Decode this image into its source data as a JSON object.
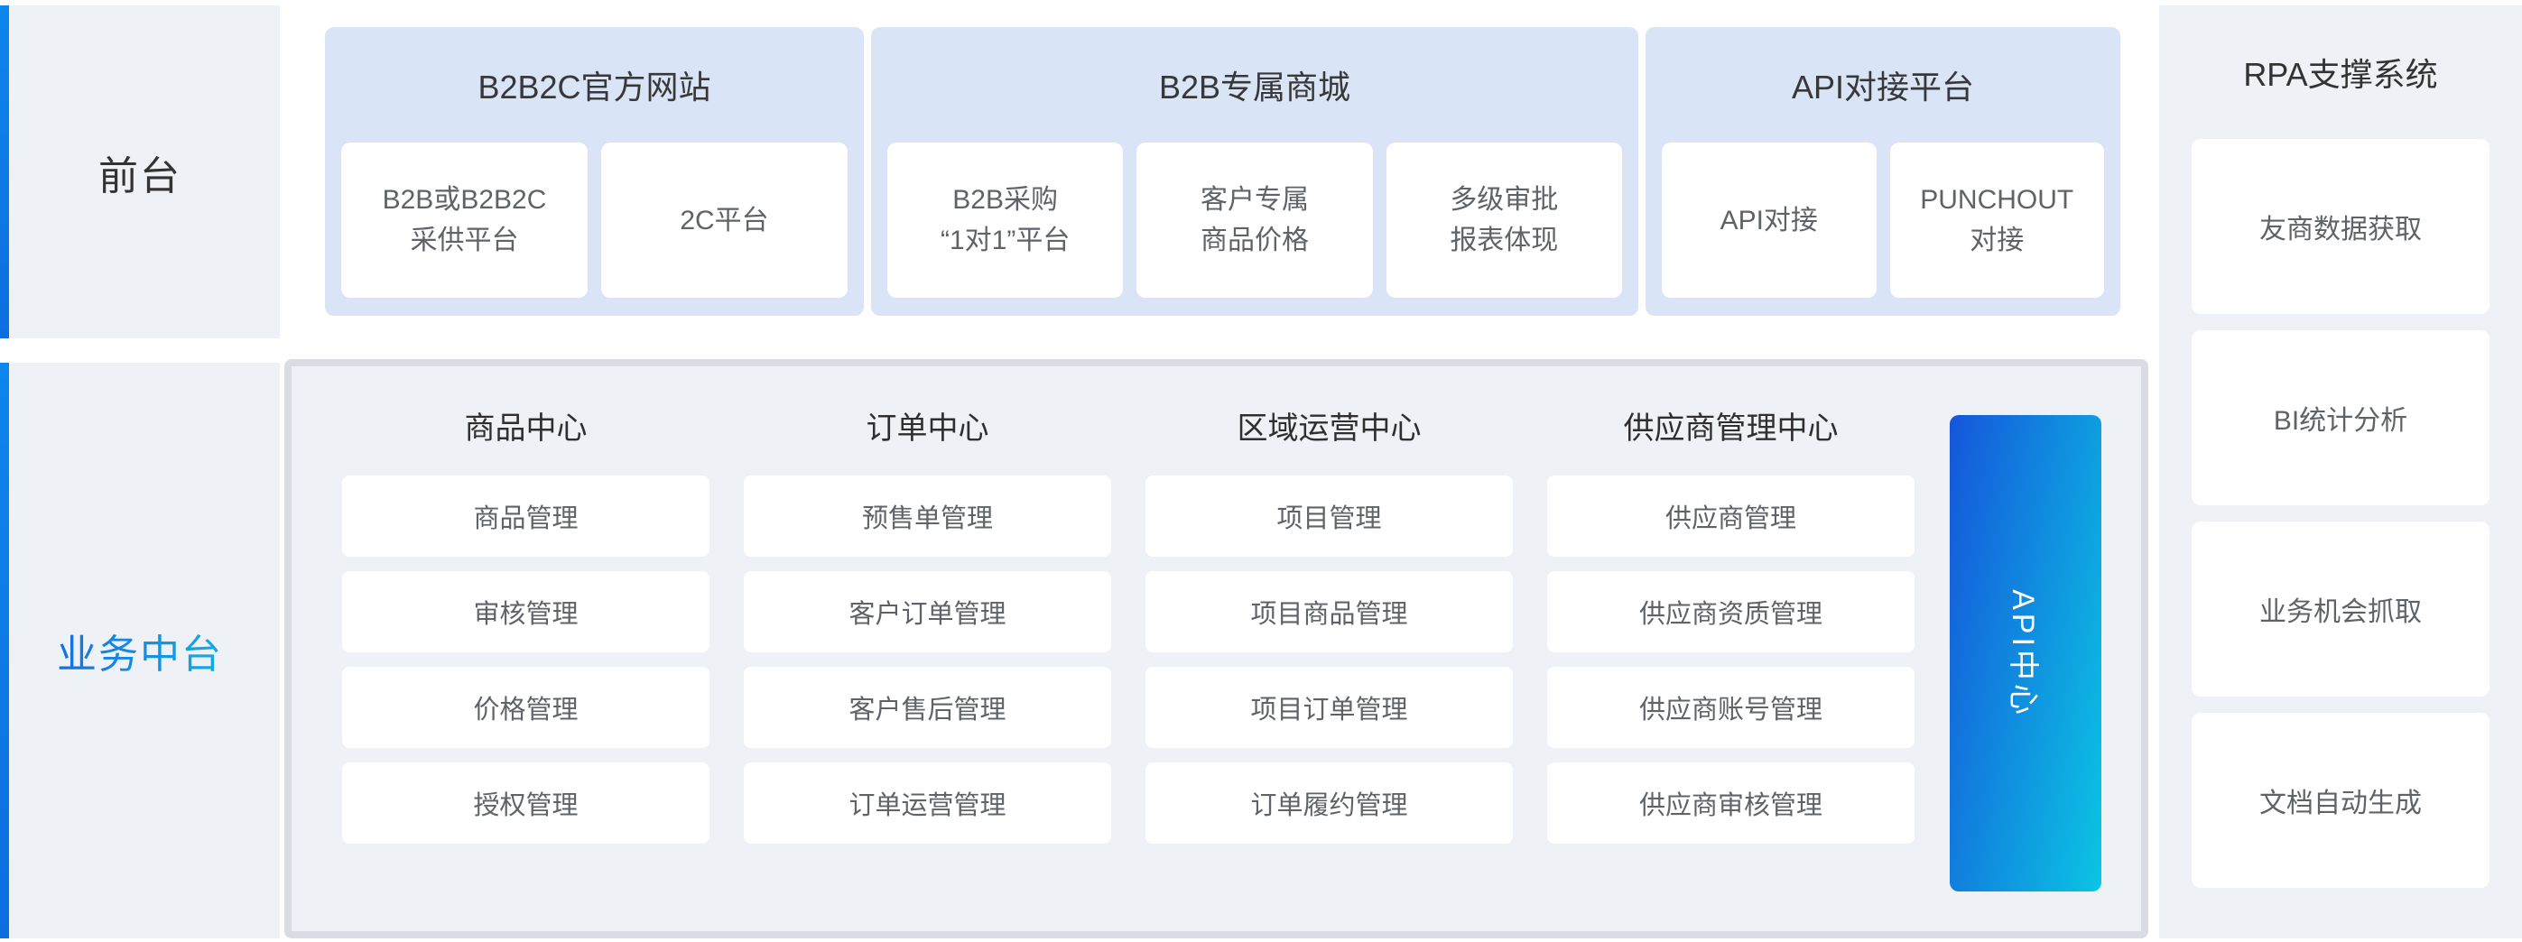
{
  "stages": {
    "front": {
      "label": "前台"
    },
    "business": {
      "label": "业务中台"
    }
  },
  "top_groups": [
    {
      "title": "B2B2C官方网站",
      "cards": [
        {
          "label": "B2B或B2B2C\n采供平台"
        },
        {
          "label": "2C平台"
        }
      ]
    },
    {
      "title": "B2B专属商城",
      "cards": [
        {
          "label": "B2B采购\n“1对1”平台"
        },
        {
          "label": "客户专属\n商品价格"
        },
        {
          "label": "多级审批\n报表体现"
        }
      ]
    },
    {
      "title": "API对接平台",
      "cards": [
        {
          "label": "API对接"
        },
        {
          "label": "PUNCHOUT\n对接"
        }
      ]
    }
  ],
  "business_centers": [
    {
      "title": "商品中心",
      "items": [
        "商品管理",
        "审核管理",
        "价格管理",
        "授权管理"
      ]
    },
    {
      "title": "订单中心",
      "items": [
        "预售单管理",
        "客户订单管理",
        "客户售后管理",
        "订单运营管理"
      ]
    },
    {
      "title": "区域运营中心",
      "items": [
        "项目管理",
        "项目商品管理",
        "项目订单管理",
        "订单履约管理"
      ]
    },
    {
      "title": "供应商管理中心",
      "items": [
        "供应商管理",
        "供应商资质管理",
        "供应商账号管理",
        "供应商审核管理"
      ]
    }
  ],
  "api_center": {
    "label": "API中心"
  },
  "rpa": {
    "title": "RPA支撑系统",
    "items": [
      "友商数据获取",
      "BI统计分析",
      "业务机会抓取",
      "文档自动生成"
    ]
  },
  "colors": {
    "accent_blue": "#0d78e8",
    "panel_bg": "#eef1f6",
    "group_bg": "#d9e4f7",
    "container_border": "#d9dce2",
    "api_gradient_start": "#1556db",
    "api_gradient_end": "#0bc5e3",
    "stage_label_gradient_start": "#1758e2",
    "stage_label_gradient_end": "#10c4e2"
  }
}
